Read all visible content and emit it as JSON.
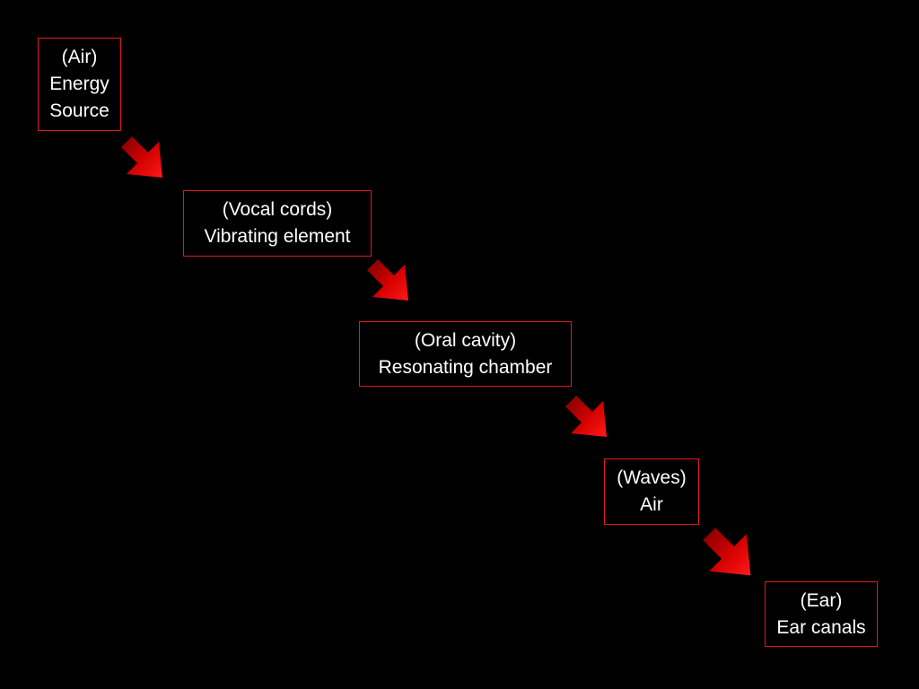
{
  "colors": {
    "background": "#000000",
    "box_border": "#e0191e",
    "text": "#ffffff",
    "arrow_light": "#ff1a1a",
    "arrow_dark": "#7a0000"
  },
  "stages": [
    {
      "name": "(Air)",
      "role": [
        "Energy",
        "Source"
      ]
    },
    {
      "name": "(Vocal cords)",
      "role": [
        "Vibrating element"
      ]
    },
    {
      "name": "(Oral cavity)",
      "role": [
        "Resonating chamber"
      ]
    },
    {
      "name": "(Waves)",
      "role": [
        "Air"
      ]
    },
    {
      "name": "(Ear)",
      "role": [
        "Ear canals"
      ]
    }
  ],
  "arrows": [
    {
      "icon": "arrow-down-right-icon"
    },
    {
      "icon": "arrow-down-right-icon"
    },
    {
      "icon": "arrow-down-right-icon"
    },
    {
      "icon": "arrow-down-right-icon"
    }
  ]
}
